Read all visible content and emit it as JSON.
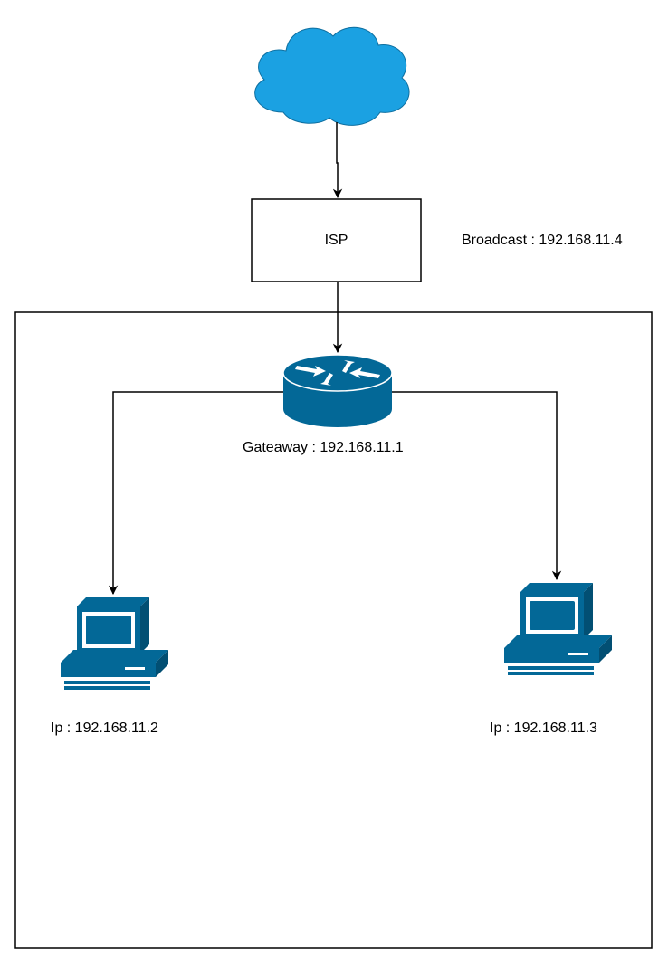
{
  "diagram": {
    "isp_label": "ISP",
    "broadcast_label": "Broadcast : 192.168.11.4",
    "gateway_label": "Gateaway : 192.168.11.1",
    "pc_left_label": "Ip : 192.168.11.2",
    "pc_right_label": "Ip : 192.168.11.3"
  },
  "colors": {
    "cloud": "#1ba1e2",
    "device": "#036897",
    "line": "#000000"
  },
  "icons": {
    "internet": "cloud-icon",
    "router": "router-icon",
    "workstation": "workstation-icon"
  }
}
